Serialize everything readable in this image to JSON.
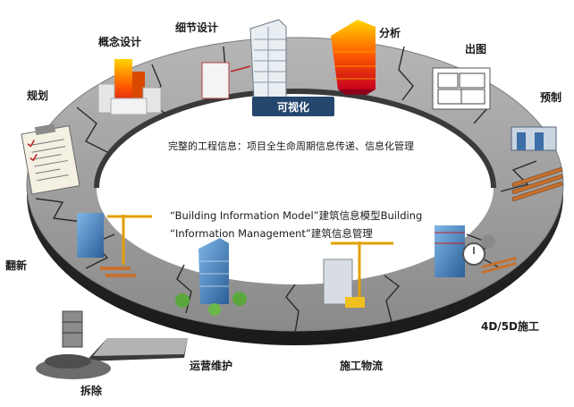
{
  "title_badge": "可视化",
  "center_text": {
    "info": "完整的工程信息：项目全生命周期信息传递、信息化管理",
    "bim_line1": "“Building Information Model”建筑信息模型Building",
    "bim_line2": "“Information Management”建筑信息管理"
  },
  "stages": {
    "guihua": "规划",
    "gainian": "概念设计",
    "xijie": "细节设计",
    "fenxi": "分析",
    "chutu": "出图",
    "yuzhi": "预制",
    "shigong4d": "4D/5D施工",
    "shigongwuliu": "施工物流",
    "yunying": "运营维护",
    "chaichu": "拆除",
    "fanxin": "翻新"
  },
  "colors": {
    "ring_top": "#9b9b9b",
    "ring_side": "#2f2f2f",
    "badge": "#25466d",
    "accent_orange": "#e77b2b",
    "building_blue": "#3c82c4"
  }
}
